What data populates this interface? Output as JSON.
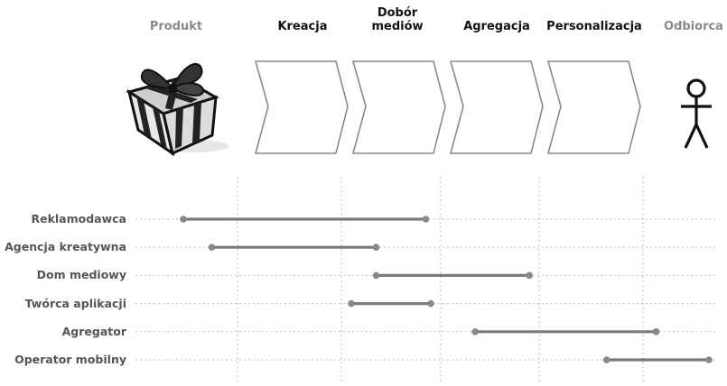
{
  "headers": {
    "produkt": "Produkt",
    "kreacja": "Kreacja",
    "dobor_line1": "Dobór",
    "dobor_line2": "mediów",
    "agregacja": "Agregacja",
    "personalizacja": "Personalizacja",
    "odbiorca": "Odbiorca"
  },
  "rows": [
    {
      "label": "Reklamodawca",
      "start": 0.0,
      "end": 1.85
    },
    {
      "label": "Agencja kreatywna",
      "start": 0.18,
      "end": 1.35
    },
    {
      "label": "Dom mediowy",
      "start": 1.35,
      "end": 2.9
    },
    {
      "label": "Twórca aplikacji",
      "start": 1.1,
      "end": 1.9
    },
    {
      "label": "Agregator",
      "start": 2.35,
      "end": 4.2
    },
    {
      "label": "Operator mobilny",
      "start": 3.65,
      "end": 5.2
    }
  ],
  "colors": {
    "line": "#7a7a7a",
    "dot": "#888888",
    "grid": "#bdbdbd",
    "chevron": "#8a8a8a"
  }
}
